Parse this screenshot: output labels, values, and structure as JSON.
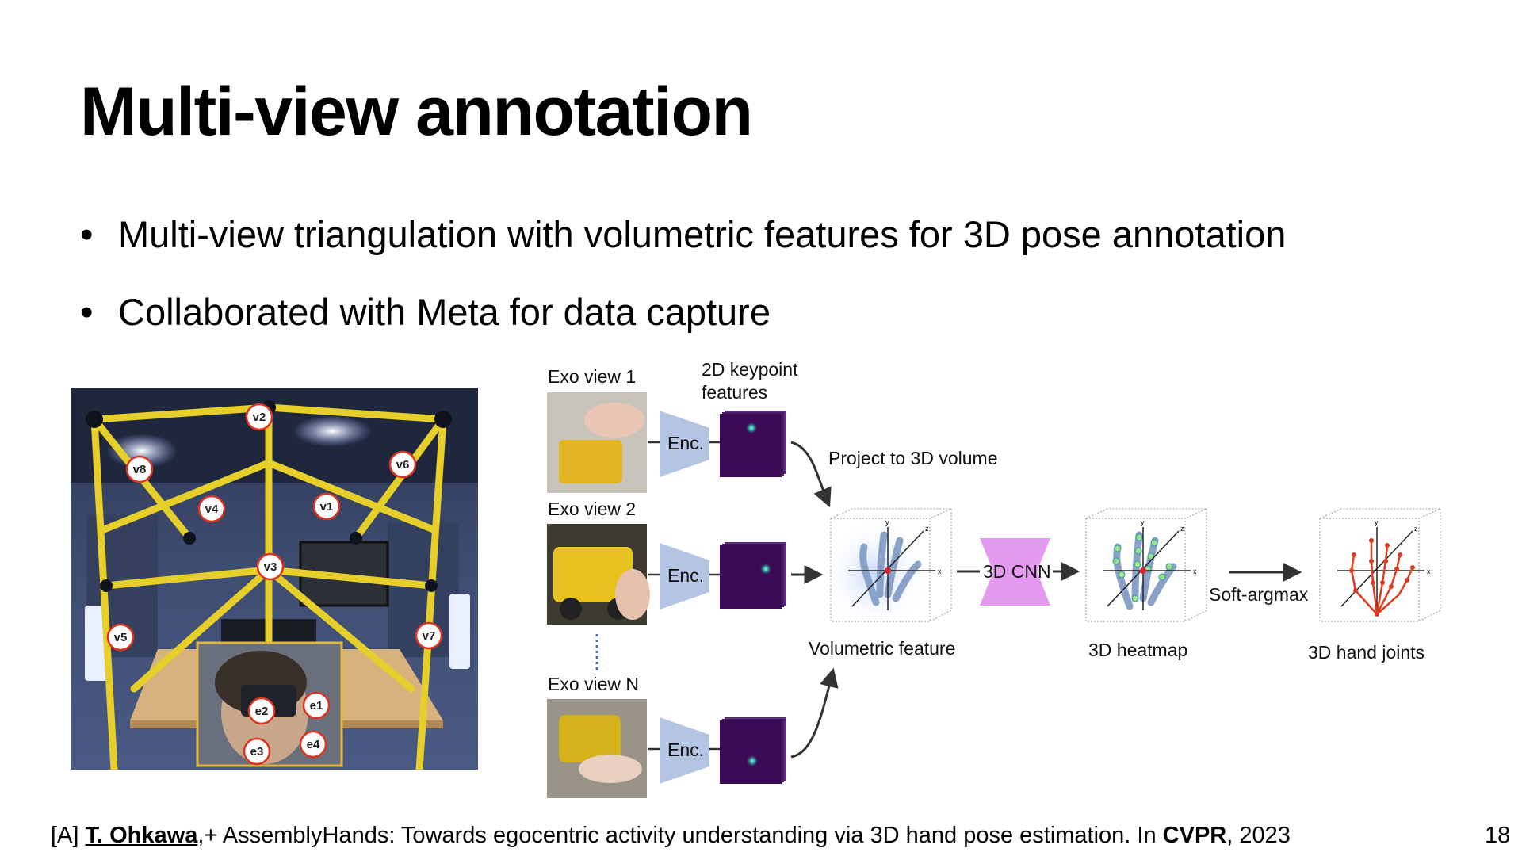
{
  "slide": {
    "title": "Multi-view annotation",
    "bullets": [
      "Multi-view triangulation with volumetric features for 3D pose annotation",
      "Collaborated with Meta for data capture"
    ],
    "page_number": "18"
  },
  "photo": {
    "camera_tags": [
      "v2",
      "v8",
      "v6",
      "v4",
      "v1",
      "v3",
      "v5",
      "v7",
      "e2",
      "e1",
      "e3",
      "e4"
    ]
  },
  "diagram": {
    "views": [
      {
        "label": "Exo view 1",
        "encoder": "Enc."
      },
      {
        "label": "Exo view 2",
        "encoder": "Enc."
      },
      {
        "label": "Exo view N",
        "encoder": "Enc."
      }
    ],
    "features_label_line1": "2D keypoint",
    "features_label_line2": "features",
    "project_label": "Project to 3D volume",
    "volumetric_label": "Volumetric feature",
    "cnn_label": "3D CNN",
    "heatmap_label": "3D heatmap",
    "softargmax_label": "Soft-argmax",
    "joints_label": "3D hand joints",
    "axis_labels": {
      "x": "x",
      "y": "y",
      "z": "z"
    },
    "colors": {
      "encoder": "#b4c5e4",
      "feature_map": "#3b0a57",
      "cnn": "#e59af2",
      "joints": "#e03a1e"
    }
  },
  "citation": {
    "prefix": "[A] ",
    "author": "T. Ohkawa",
    "middle": ",+ AssemblyHands: Towards egocentric activity understanding via 3D hand pose estimation. In ",
    "venue": "CVPR",
    "year": ", 2023"
  }
}
